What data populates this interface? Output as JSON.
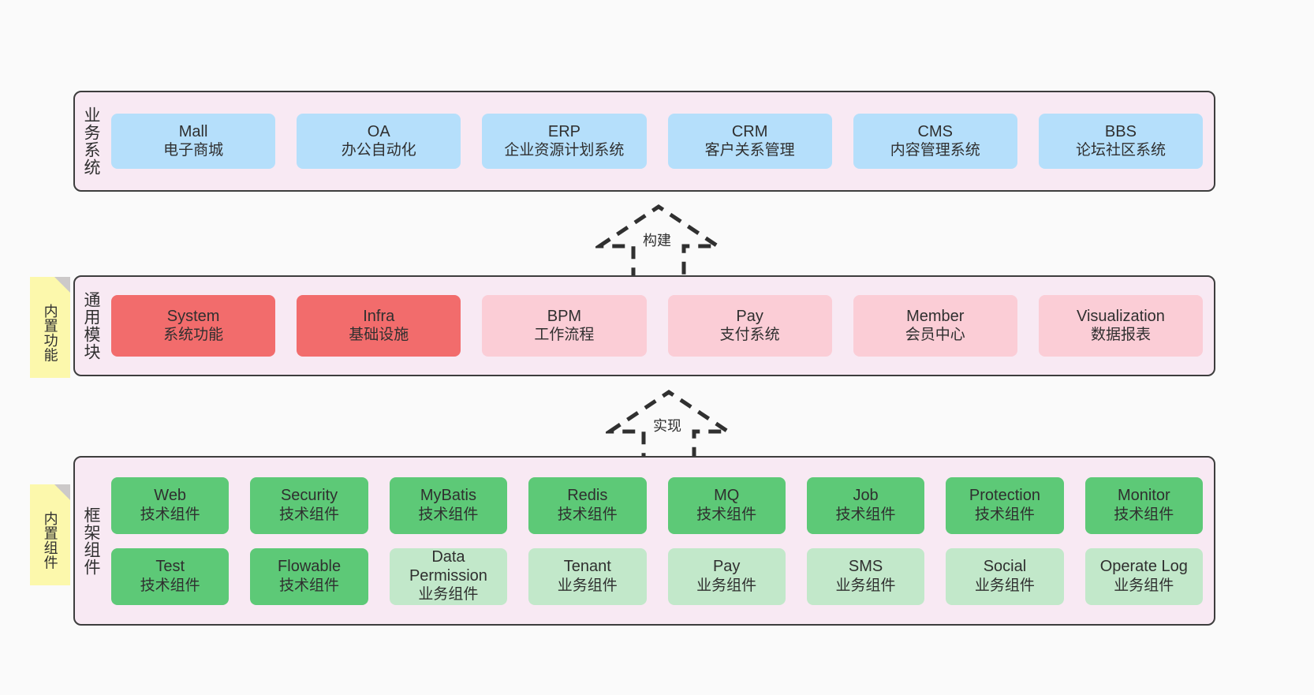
{
  "diagram": {
    "background_color": "#fafafa",
    "panel_color": "#f8e9f3",
    "panel_border_color": "#3d3d3d",
    "note_color": "#fcf8ac",
    "colors": {
      "blue": "#b5dffb",
      "red": "#f26c6c",
      "pink": "#fbcdd6",
      "green": "#5dc977",
      "light_green": "#c2e8ca"
    }
  },
  "layers": {
    "business": {
      "title": "业务系统",
      "cards": [
        {
          "en": "Mall",
          "cn": "电子商城"
        },
        {
          "en": "OA",
          "cn": "办公自动化"
        },
        {
          "en": "ERP",
          "cn": "企业资源计划系统"
        },
        {
          "en": "CRM",
          "cn": "客户关系管理"
        },
        {
          "en": "CMS",
          "cn": "内容管理系统"
        },
        {
          "en": "BBS",
          "cn": "论坛社区系统"
        }
      ]
    },
    "common": {
      "title": "通用模块",
      "note": "内置功能",
      "cards": [
        {
          "en": "System",
          "cn": "系统功能"
        },
        {
          "en": "Infra",
          "cn": "基础设施"
        },
        {
          "en": "BPM",
          "cn": "工作流程"
        },
        {
          "en": "Pay",
          "cn": "支付系统"
        },
        {
          "en": "Member",
          "cn": "会员中心"
        },
        {
          "en": "Visualization",
          "cn": "数据报表"
        }
      ]
    },
    "framework": {
      "title": "框架组件",
      "note": "内置组件",
      "row1": [
        {
          "en": "Web",
          "cn": "技术组件"
        },
        {
          "en": "Security",
          "cn": "技术组件"
        },
        {
          "en": "MyBatis",
          "cn": "技术组件"
        },
        {
          "en": "Redis",
          "cn": "技术组件"
        },
        {
          "en": "MQ",
          "cn": "技术组件"
        },
        {
          "en": "Job",
          "cn": "技术组件"
        },
        {
          "en": "Protection",
          "cn": "技术组件"
        },
        {
          "en": "Monitor",
          "cn": "技术组件"
        }
      ],
      "row2": [
        {
          "en": "Test",
          "cn": "技术组件"
        },
        {
          "en": "Flowable",
          "cn": "技术组件"
        },
        {
          "en": "Data Permission",
          "cn": "业务组件"
        },
        {
          "en": "Tenant",
          "cn": "业务组件"
        },
        {
          "en": "Pay",
          "cn": "业务组件"
        },
        {
          "en": "SMS",
          "cn": "业务组件"
        },
        {
          "en": "Social",
          "cn": "业务组件"
        },
        {
          "en": "Operate Log",
          "cn": "业务组件"
        }
      ]
    }
  },
  "connectors": [
    {
      "label": "构建"
    },
    {
      "label": "实现"
    }
  ]
}
